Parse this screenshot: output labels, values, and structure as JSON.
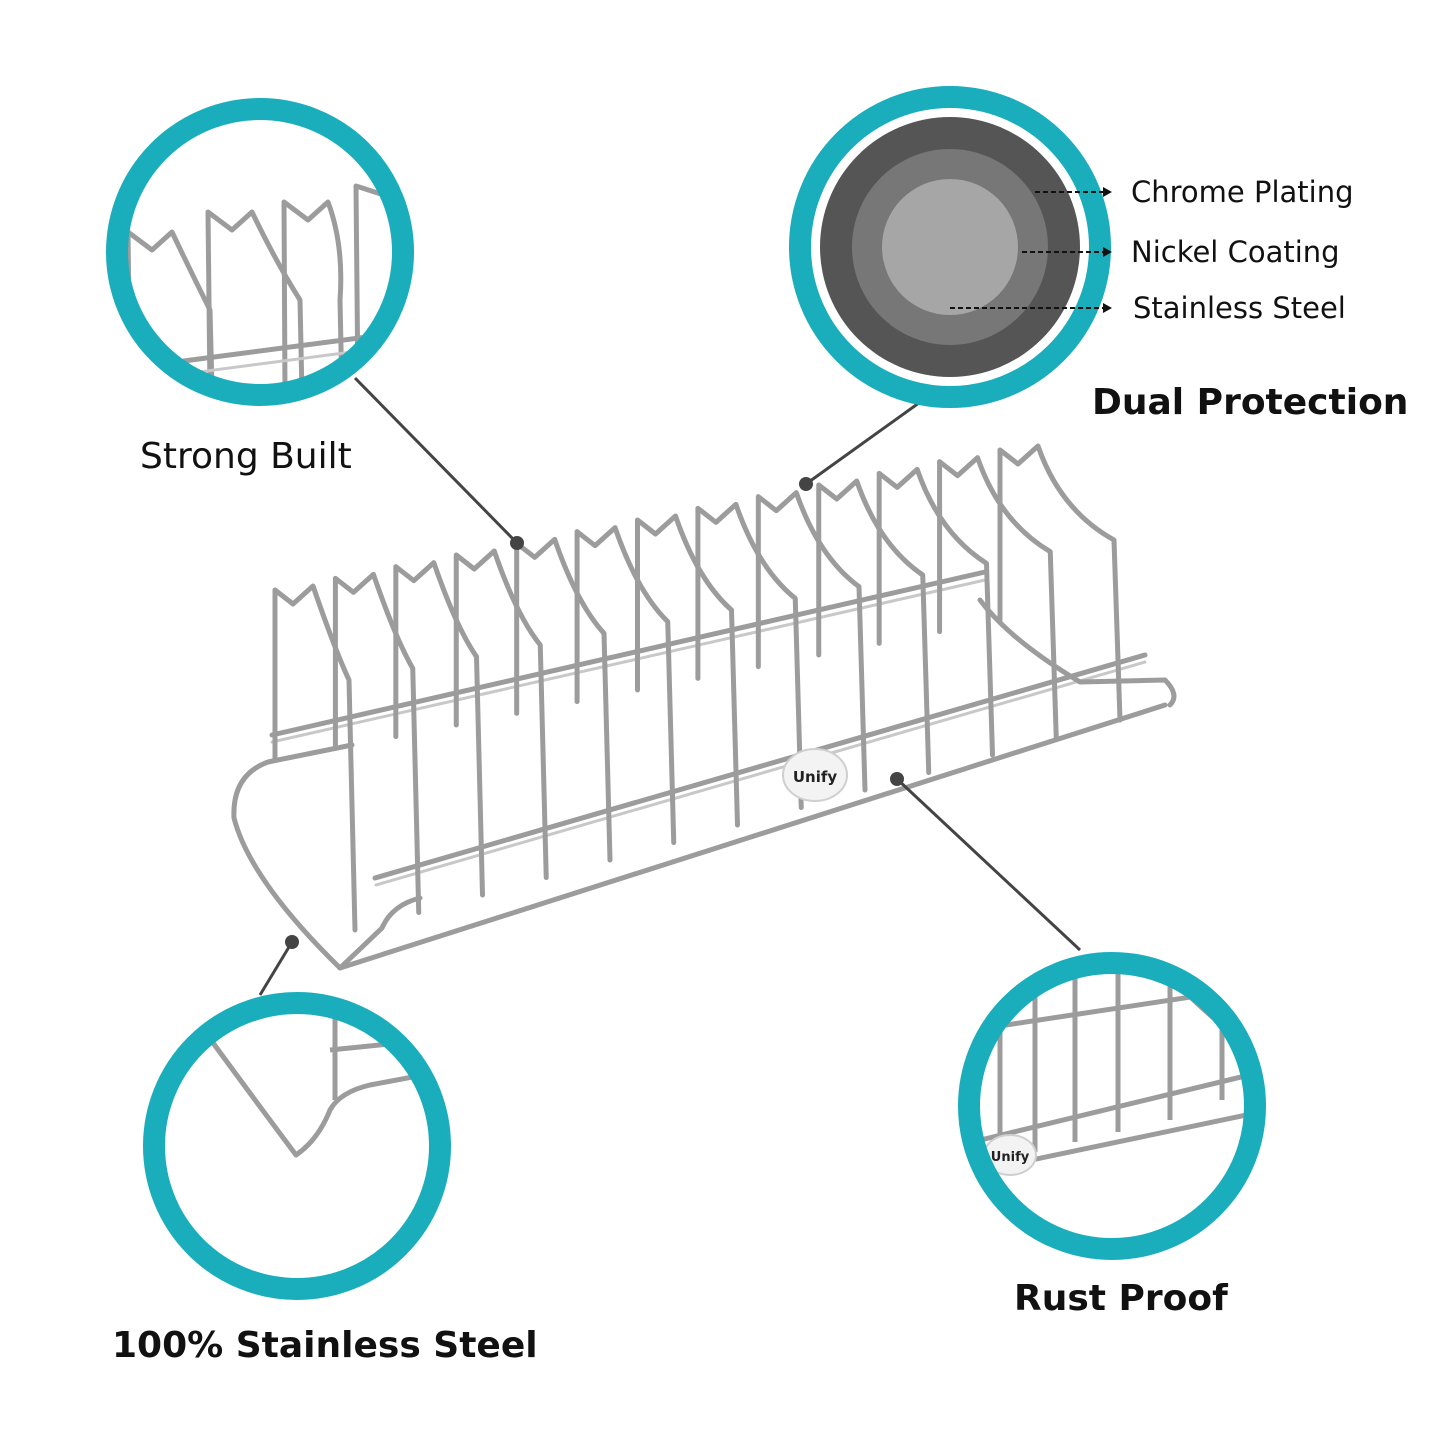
{
  "features": {
    "strong_built": "Strong Built",
    "dual_protection": "Dual Protection",
    "stainless_steel": "100% Stainless Steel",
    "rust_proof": "Rust Proof"
  },
  "layers": {
    "chrome": "Chrome Plating",
    "nickel": "Nickel Coating",
    "steel": "Stainless Steel"
  },
  "brand": {
    "name": "Unify"
  },
  "colors": {
    "accent_ring": "#1AADBC",
    "wire": "#9a9a9a",
    "layer_outer": "#555555",
    "layer_middle": "#777777",
    "layer_inner": "#a6a6a6"
  }
}
